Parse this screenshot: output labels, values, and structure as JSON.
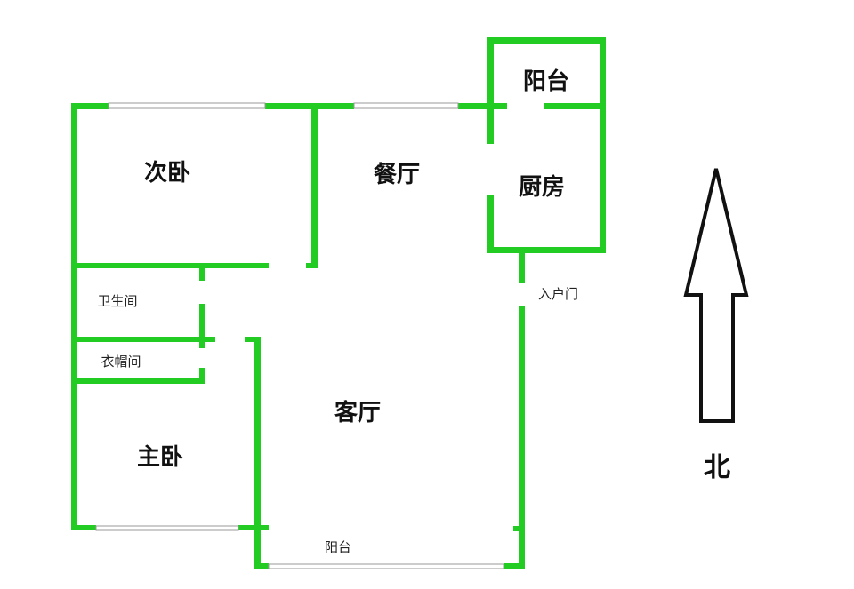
{
  "colors": {
    "wall": "#22cc22",
    "window": "#999999",
    "arrow": "#111111"
  },
  "icons": {
    "compass": "north-arrow-icon"
  },
  "rooms": {
    "second_bedroom": "次卧",
    "dining_room": "餐厅",
    "balcony_top": "阳台",
    "kitchen": "厨房",
    "bathroom": "卫生间",
    "cloakroom": "衣帽间",
    "living_room": "客厅",
    "master_bedroom": "主卧",
    "balcony_bottom": "阳台"
  },
  "labels": {
    "entrance_door": "入户门",
    "north": "北"
  }
}
